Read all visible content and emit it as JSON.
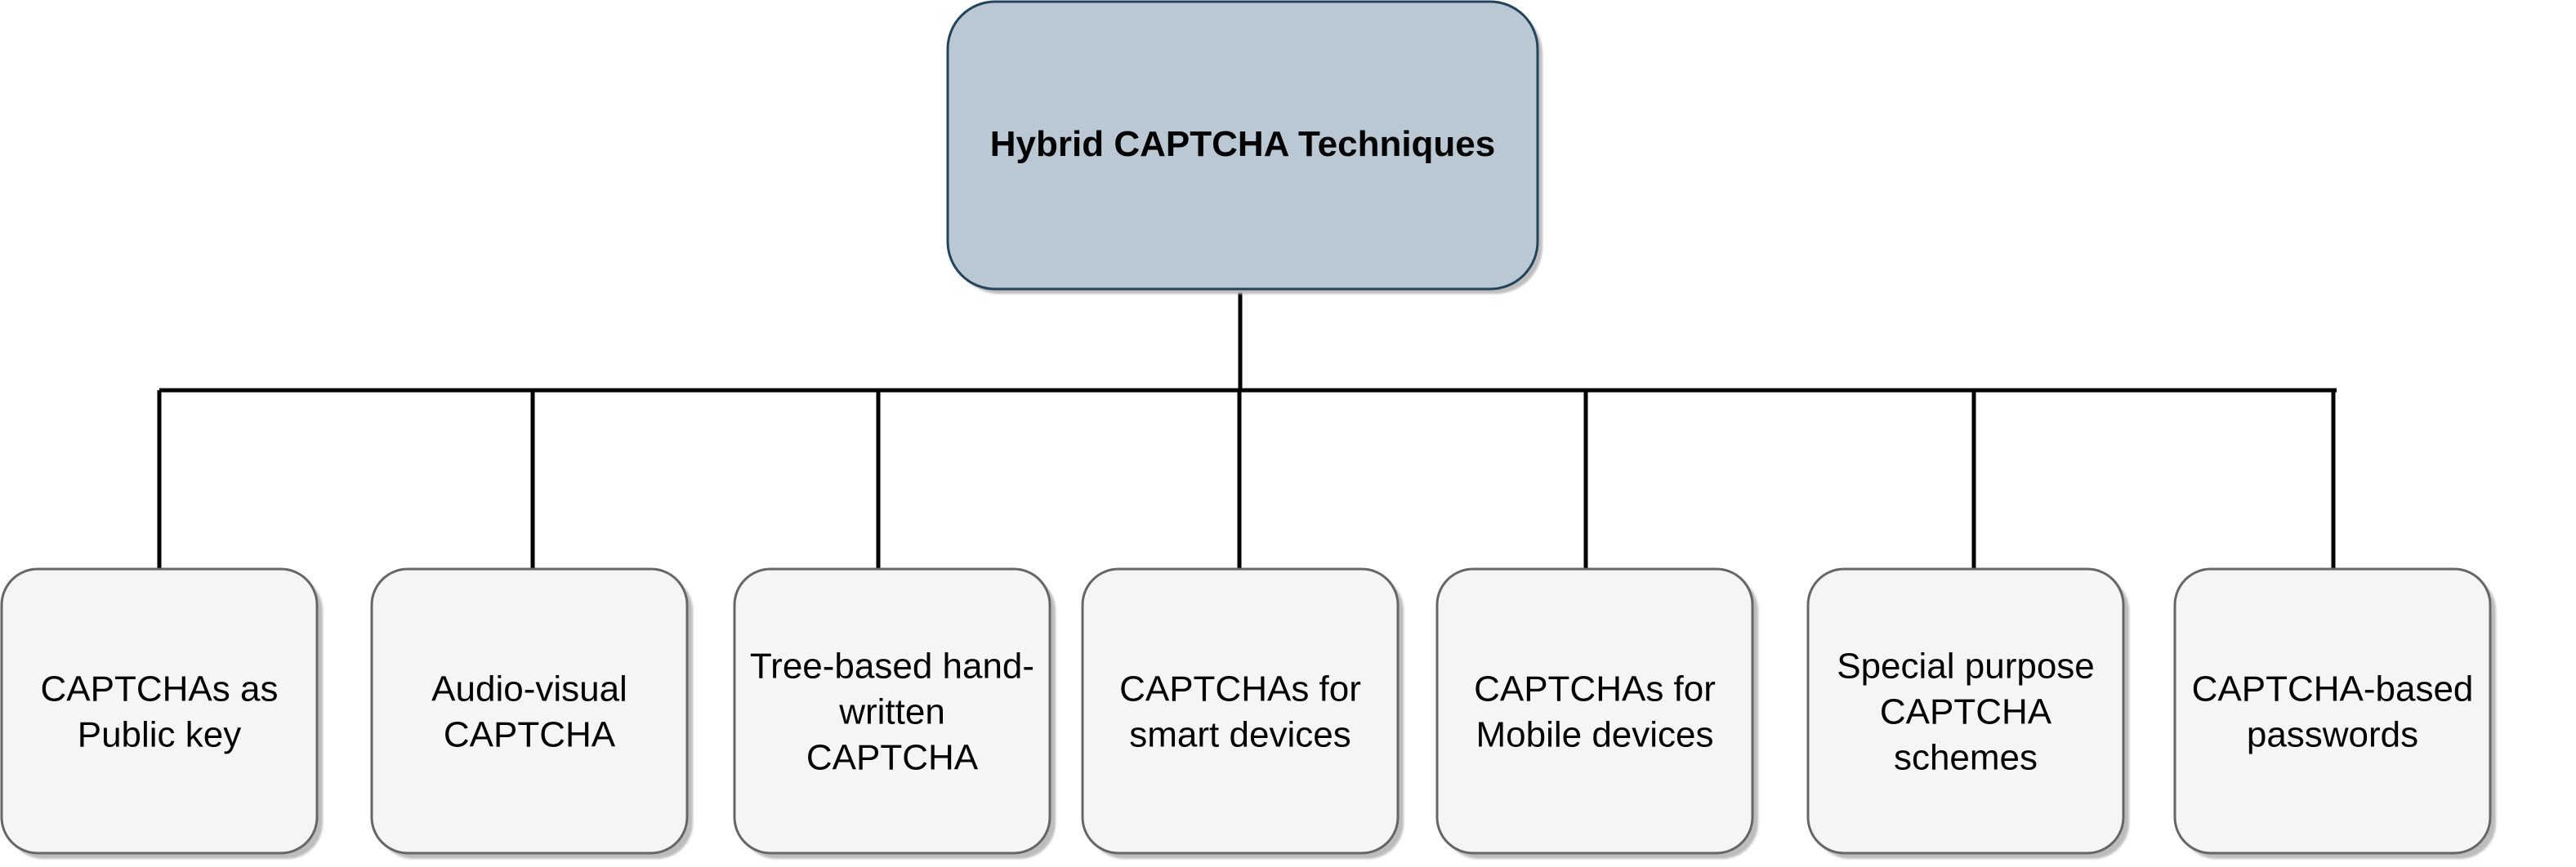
{
  "root": {
    "label": "Hybrid CAPTCHA Techniques"
  },
  "children": [
    {
      "lines": [
        "CAPTCHAs as",
        "Public key"
      ]
    },
    {
      "lines": [
        "Audio-visual",
        "CAPTCHA"
      ]
    },
    {
      "lines": [
        "Tree-based hand-",
        "written",
        "CAPTCHA"
      ]
    },
    {
      "lines": [
        "CAPTCHAs for",
        "smart devices"
      ]
    },
    {
      "lines": [
        "CAPTCHAs for",
        "Mobile devices"
      ]
    },
    {
      "lines": [
        "Special purpose",
        "CAPTCHA",
        "schemes"
      ]
    },
    {
      "lines": [
        "CAPTCHA-based",
        "passwords"
      ]
    }
  ],
  "colors": {
    "root_fill": "#bac8d3",
    "root_stroke": "#23445d",
    "child_fill": "#f5f5f5",
    "child_stroke": "#666666",
    "shadow": "#bdbdbd",
    "connector": "#000000",
    "text": "#000000"
  }
}
